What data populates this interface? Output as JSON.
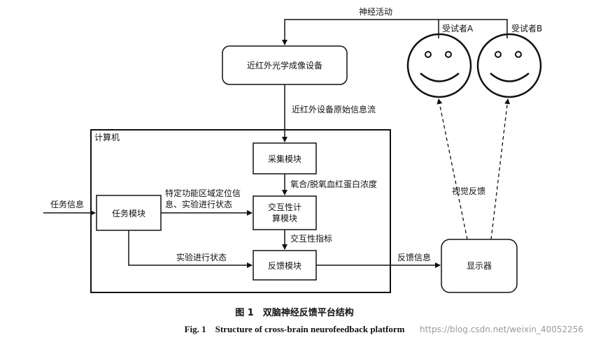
{
  "labels": {
    "neural_activity": "神经活动",
    "subject_a": "受试者A",
    "subject_b": "受试者B",
    "raw_stream": "近红外设备原始信息流",
    "computer": "计算机",
    "concentration": "氧合/脱氧血红蛋白浓度",
    "task_info": "任务信息",
    "region_info_line1": "特定功能区域定位信",
    "region_info_line2": "息、实验进行状态",
    "interactivity_index": "交互性指标",
    "experiment_state": "实验进行状态",
    "feedback_info": "反馈信息",
    "visual_feedback": "视觉反馈"
  },
  "boxes": {
    "nirs_device": "近红外光学成像设备",
    "acquisition": "采集模块",
    "interactivity_line1": "交互性计",
    "interactivity_line2": "算模块",
    "task": "任务模块",
    "feedback": "反馈模块",
    "display": "显示器"
  },
  "caption": {
    "cn": "图 1　双脑神经反馈平台结构",
    "en": "Fig. 1　Structure of cross-brain neurofeedback platform"
  },
  "watermark": "https://blog.csdn.net/weixin_40052256"
}
